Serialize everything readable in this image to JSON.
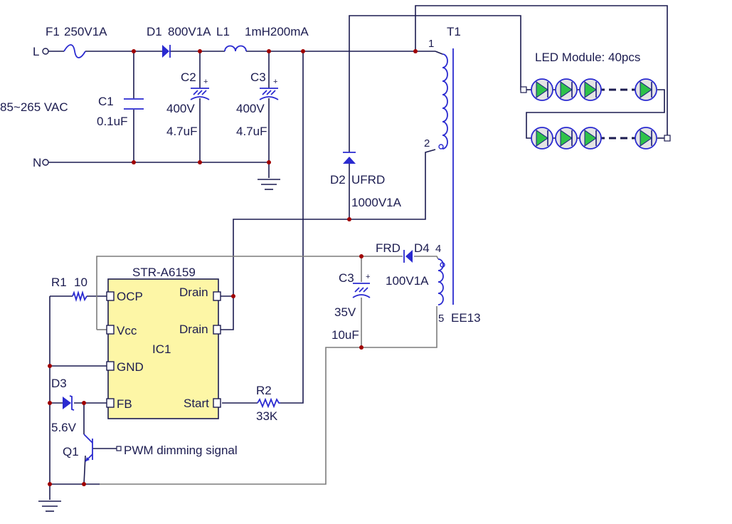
{
  "input": {
    "live_label": "L",
    "neutral_label": "N",
    "voltage_label": "85~265 VAC"
  },
  "components": {
    "F1": {
      "name": "F1",
      "value": "250V1A"
    },
    "D1": {
      "name": "D1",
      "value": "800V1A"
    },
    "L1": {
      "name": "L1",
      "value": "1mH200mA"
    },
    "C1": {
      "name": "C1",
      "value": "0.1uF"
    },
    "C2": {
      "name": "C2",
      "voltage": "400V",
      "value": "4.7uF"
    },
    "C3_bulk": {
      "name": "C3",
      "voltage": "400V",
      "value": "4.7uF"
    },
    "T1": {
      "name": "T1",
      "core": "EE13",
      "pins": [
        "1",
        "2",
        "4",
        "5"
      ]
    },
    "D2": {
      "name": "D2",
      "type": "UFRD",
      "value": "1000V1A"
    },
    "D4": {
      "name": "D4",
      "type": "FRD",
      "value": "100V1A"
    },
    "C3_aux": {
      "name": "C3",
      "voltage": "35V",
      "value": "10uF"
    },
    "R1": {
      "name": "R1",
      "value": "10"
    },
    "R2": {
      "name": "R2",
      "value": "33K"
    },
    "D3": {
      "name": "D3",
      "value": "5.6V"
    },
    "Q1": {
      "name": "Q1"
    }
  },
  "ic": {
    "part": "STR-A6159",
    "ref": "IC1",
    "pins": {
      "ocp": "OCP",
      "vcc": "Vcc",
      "gnd": "GND",
      "fb": "FB",
      "drain1": "Drain",
      "drain2": "Drain",
      "start": "Start"
    }
  },
  "led_module": {
    "label": "LED Module: 40pcs"
  },
  "pwm": {
    "label": "PWM dimming signal"
  },
  "colors": {
    "wire": "#1c1c50",
    "component": "#2a2ad0",
    "aux_wire": "#7c7c7c",
    "ic_fill": "#fdf6a6",
    "led": "#2ec24a",
    "junction": "#a00000"
  }
}
